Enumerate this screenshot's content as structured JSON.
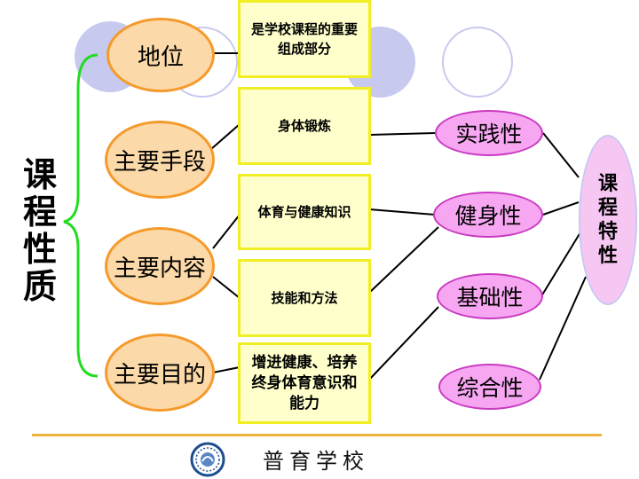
{
  "title": "课程性质",
  "left_nodes": [
    {
      "label": "地位",
      "desc": "是学校课程的重要组成部分"
    },
    {
      "label": "主要手段",
      "desc": "身体锻炼"
    },
    {
      "label": "主要内容",
      "desc": [
        "体育与健康知识",
        "技能和方法"
      ]
    },
    {
      "label": "主要目的",
      "desc": "增进健康、培养终身体育意识和能力"
    }
  ],
  "traits": [
    "实践性",
    "健身性",
    "基础性",
    "综合性"
  ],
  "right_node": "课程特性",
  "footer": {
    "school_name": "普育学校",
    "logo_icon": "school-seal-icon"
  },
  "colors": {
    "oval_fill": "#fcd9a8",
    "oval_border": "#f59a2c",
    "box_fill": "#ffffcc",
    "box_border": "#f2ee24",
    "trait_fill": "#f7a7f2",
    "bracket": "#22dd22",
    "footer_line": "#f0b33c"
  }
}
